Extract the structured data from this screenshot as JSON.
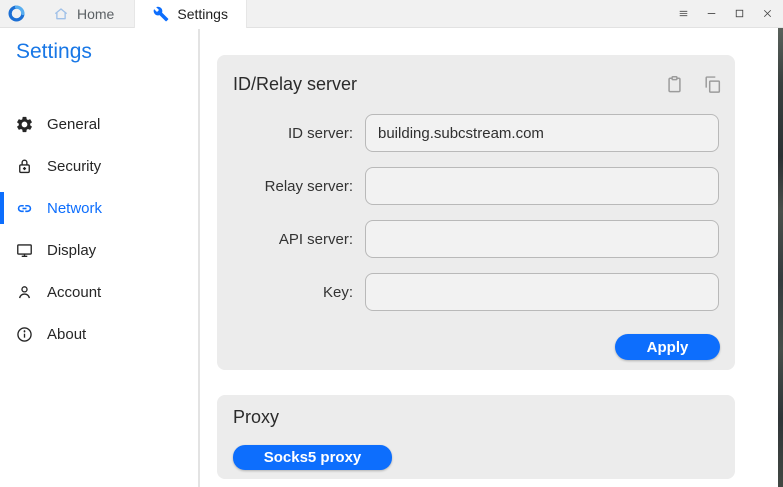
{
  "titlebar": {
    "tabs": [
      {
        "label": "Home",
        "icon": "home-icon",
        "active": false
      },
      {
        "label": "Settings",
        "icon": "wrench-icon",
        "active": true
      }
    ],
    "window_controls": [
      {
        "name": "menu",
        "icon": "hamburger-menu-icon"
      },
      {
        "name": "minimize",
        "icon": "minimize-icon"
      },
      {
        "name": "maximize",
        "icon": "maximize-icon"
      },
      {
        "name": "close",
        "icon": "close-icon"
      }
    ]
  },
  "sidebar": {
    "title": "Settings",
    "items": [
      {
        "label": "General",
        "icon": "gear-icon",
        "active": false
      },
      {
        "label": "Security",
        "icon": "lock-icon",
        "active": false
      },
      {
        "label": "Network",
        "icon": "link-icon",
        "active": true
      },
      {
        "label": "Display",
        "icon": "monitor-icon",
        "active": false
      },
      {
        "label": "Account",
        "icon": "person-icon",
        "active": false
      },
      {
        "label": "About",
        "icon": "info-icon",
        "active": false
      }
    ]
  },
  "cards": {
    "id_relay": {
      "title": "ID/Relay server",
      "header_icons": [
        "paste-icon",
        "copy-icon"
      ],
      "fields": [
        {
          "label": "ID server:",
          "value": "building.subcstream.com"
        },
        {
          "label": "Relay server:",
          "value": ""
        },
        {
          "label": "API server:",
          "value": ""
        },
        {
          "label": "Key:",
          "value": ""
        }
      ],
      "apply_label": "Apply"
    },
    "proxy": {
      "title": "Proxy",
      "socks5_label": "Socks5 proxy"
    }
  },
  "colors": {
    "accent_blue": "#0d6efd",
    "sidebar_title_blue": "#1877e6",
    "card_background": "#ececec",
    "titlebar_background": "#f1f1f1",
    "input_border": "#b9b9b9"
  }
}
